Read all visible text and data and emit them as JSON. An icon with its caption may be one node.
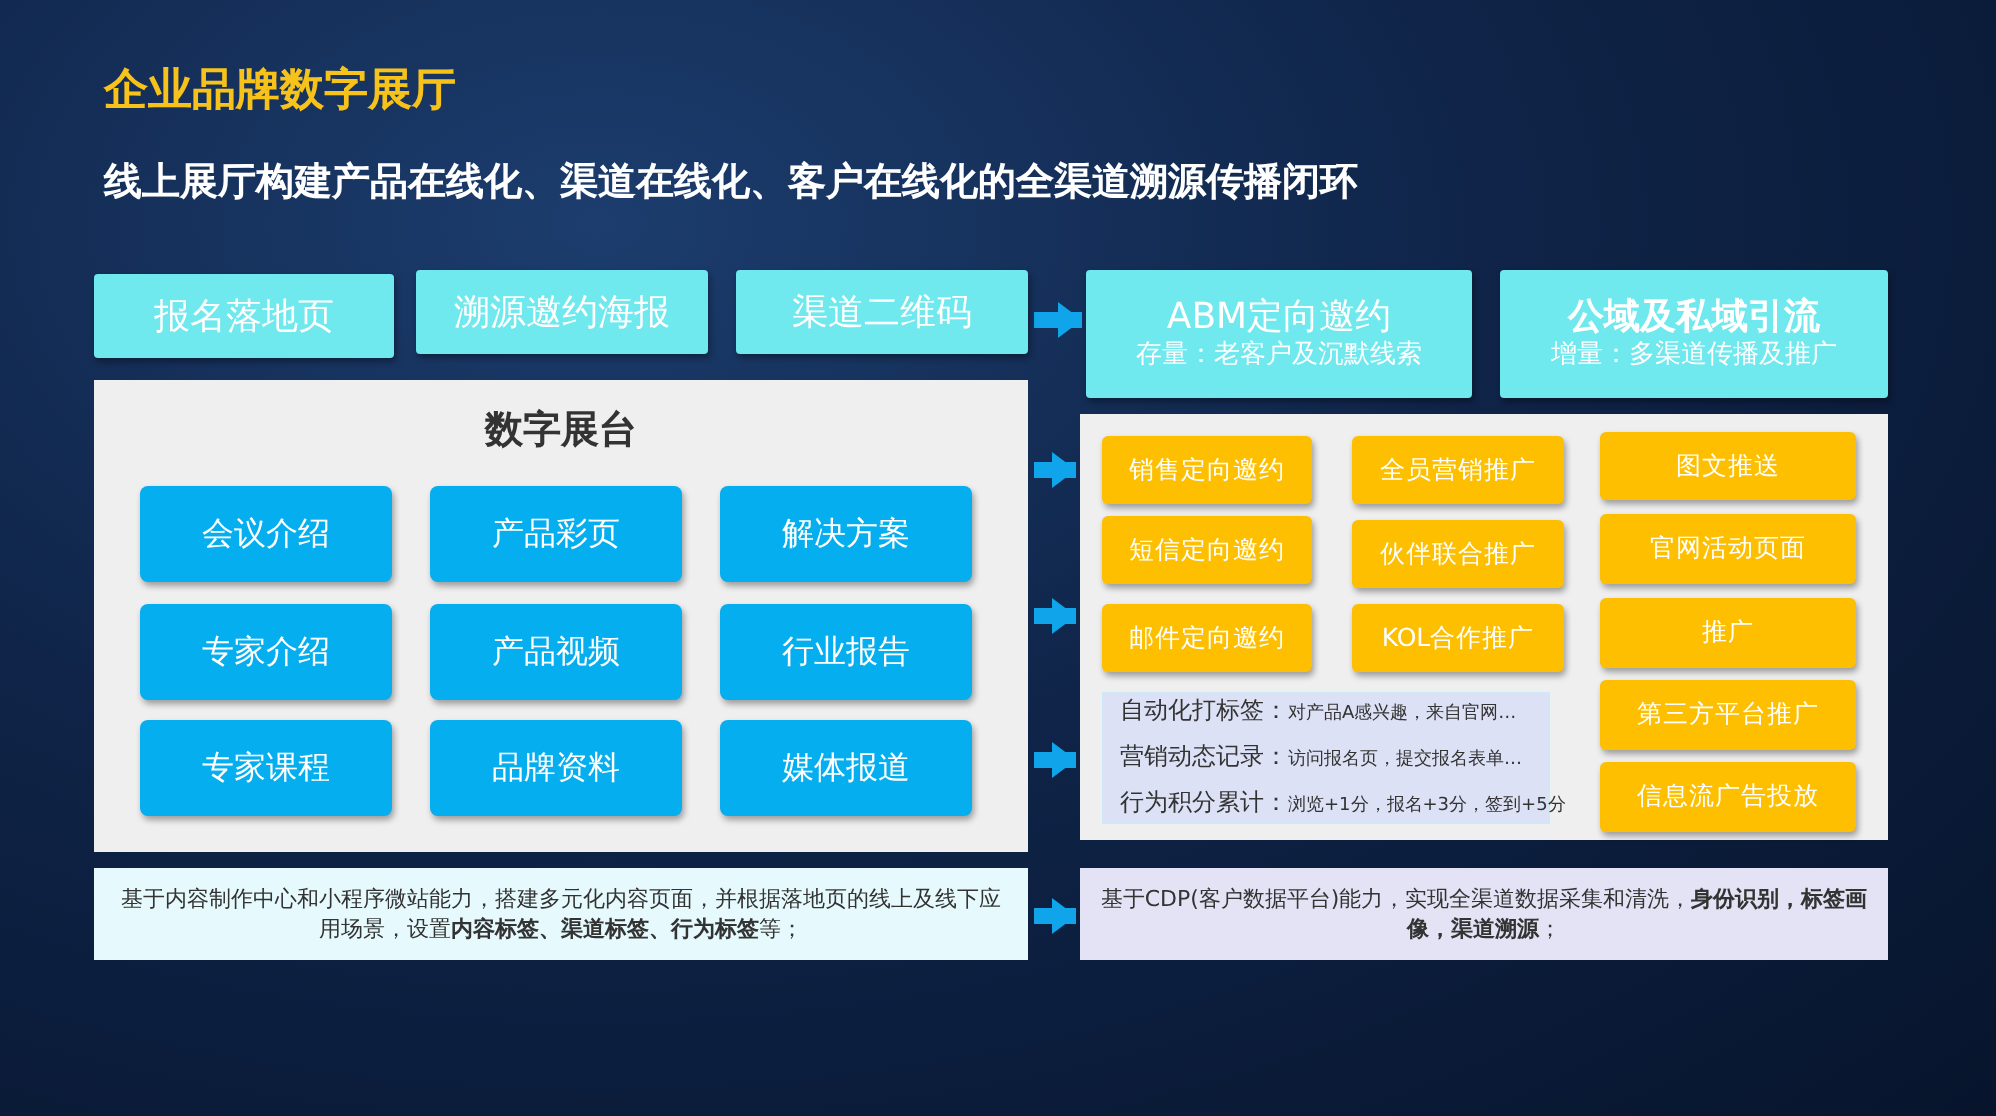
{
  "diagram": {
    "title": "企业品牌数字展厅",
    "nodes": [
      {
        "text": [
          "报名落地页"
        ]
      },
      {
        "text": [
          "溯源邀约海报"
        ]
      },
      {
        "text": [
          "渠道二维码"
        ]
      },
      {
        "text": [
          "数字展台"
        ]
      },
      {
        "text": [
          "会议介绍"
        ],
        "in": 3
      },
      {
        "text": [
          "产品彩页"
        ],
        "in": 3
      },
      {
        "text": [
          "解决方案"
        ],
        "in": 3
      },
      {
        "text": [
          "专家介绍"
        ],
        "in": 3
      },
      {
        "text": [
          "产品视频"
        ],
        "in": 3
      },
      {
        "text": [
          "行业报告"
        ],
        "in": 3
      },
      {
        "text": [
          "专家课程"
        ],
        "in": 3
      },
      {
        "text": [
          "品牌资料"
        ],
        "in": 3
      },
      {
        "text": [
          "媒体报道"
        ],
        "in": 3
      },
      {
        "text": [
          "ABM定向邀约",
          "存量：老客户及沉默线索"
        ]
      },
      {
        "text": [
          "公域及私域引流",
          "增量：多渠道传播及推广"
        ]
      },
      {
        "text": [],
        "shape": "box"
      },
      {
        "text": [
          "销售定向邀约"
        ],
        "in": 15
      },
      {
        "text": [
          "短信定向邀约"
        ],
        "in": 15
      },
      {
        "text": [
          "邮件定向邀约"
        ],
        "in": 15
      },
      {
        "text": [
          "全员营销推广"
        ],
        "in": 15
      },
      {
        "text": [
          "伙伴联合推广"
        ],
        "in": 15
      },
      {
        "text": [
          "KOL合作推广"
        ],
        "in": 15
      },
      {
        "text": [
          "图文推送"
        ],
        "in": 15
      },
      {
        "text": [
          "官网活动页面"
        ],
        "in": 15
      },
      {
        "text": [
          "推广"
        ],
        "in": 15
      },
      {
        "text": [
          "第三方平台推广"
        ],
        "in": 15
      },
      {
        "text": [
          "信息流广告投放"
        ],
        "in": 15
      },
      {
        "text": [
          "自动化打标签：",
          "对产品A感兴趣，来自官网…",
          "营销动态记录：",
          "访问报名页，提交报名表单…",
          "行为积分累计：",
          "浏览+1分，报名+3分，签到+5分"
        ],
        "in": 15
      },
      {
        "text": [
          "基于内容制作中心和小程序微站能力，搭建多元化内容页面，并根据落地页的线上及线下应用场景，设置**内容标签、渠道标签、行为标签**等；"
        ]
      },
      {
        "text": [
          "基于CDP(客户数据平台)能力，实现全渠道数据采集和清洗，**身份识别，标签画像，渠道溯源**；"
        ]
      }
    ],
    "edges": [
      {
        "from": 2,
        "to": 13,
        "arrow": "to"
      },
      {
        "from": 3,
        "to": 15,
        "arrow": "to"
      },
      {
        "from": 3,
        "to": 15,
        "arrow": "to"
      },
      {
        "from": 3,
        "to": 15,
        "arrow": "to"
      },
      {
        "from": 28,
        "to": 29,
        "arrow": "to"
      }
    ],
    "labels": [
      "线上展厅构建产品在线化、渠道在线化、客户在线化的全渠道溯源传播闭环"
    ]
  }
}
